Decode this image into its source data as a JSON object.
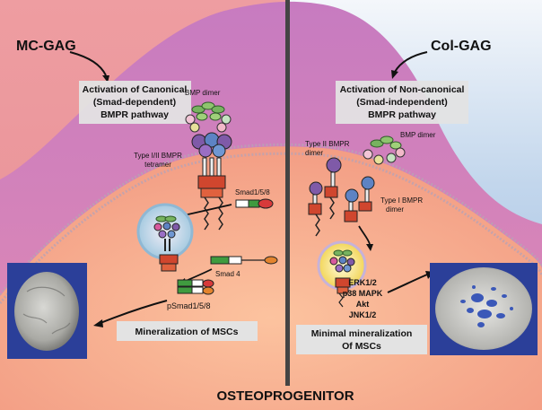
{
  "left": {
    "title": "MC-GAG",
    "pathway_box": [
      "Activation of Canonical",
      "(Smad-dependent)",
      "BMPR pathway"
    ],
    "bmp_dimer": "BMP dimer",
    "receptor_label": [
      "Type I/II BMPR",
      "tetramer"
    ],
    "smad158": "Smad1/5/8",
    "smad4": "Smad 4",
    "psmad": "pSmad1/5/8",
    "outcome": "Mineralization of MSCs"
  },
  "right": {
    "title": "Col-GAG",
    "pathway_box": [
      "Activation of Non-canonical",
      "(Smad-independent)",
      "BMPR pathway"
    ],
    "bmp_dimer": "BMP dimer",
    "type2_label": [
      "Type II BMPR",
      "dimer"
    ],
    "type1_label": [
      "Type I BMPR",
      "dimer"
    ],
    "kinases": [
      "ERK1/2",
      "p38 MAPK",
      "Akt",
      "JNK1/2"
    ],
    "outcome": [
      "Minimal mineralization",
      "Of MSCs"
    ]
  },
  "bottom_label": "OSTEOPROGENITOR",
  "colors": {
    "left_bg": "#e79a9e",
    "right_bg": "#b5cde8",
    "membrane": "#d77fb6",
    "cytoplasm": "#f4a98e",
    "divider": "#444444",
    "scaffold_frame": "#2b3f99"
  }
}
